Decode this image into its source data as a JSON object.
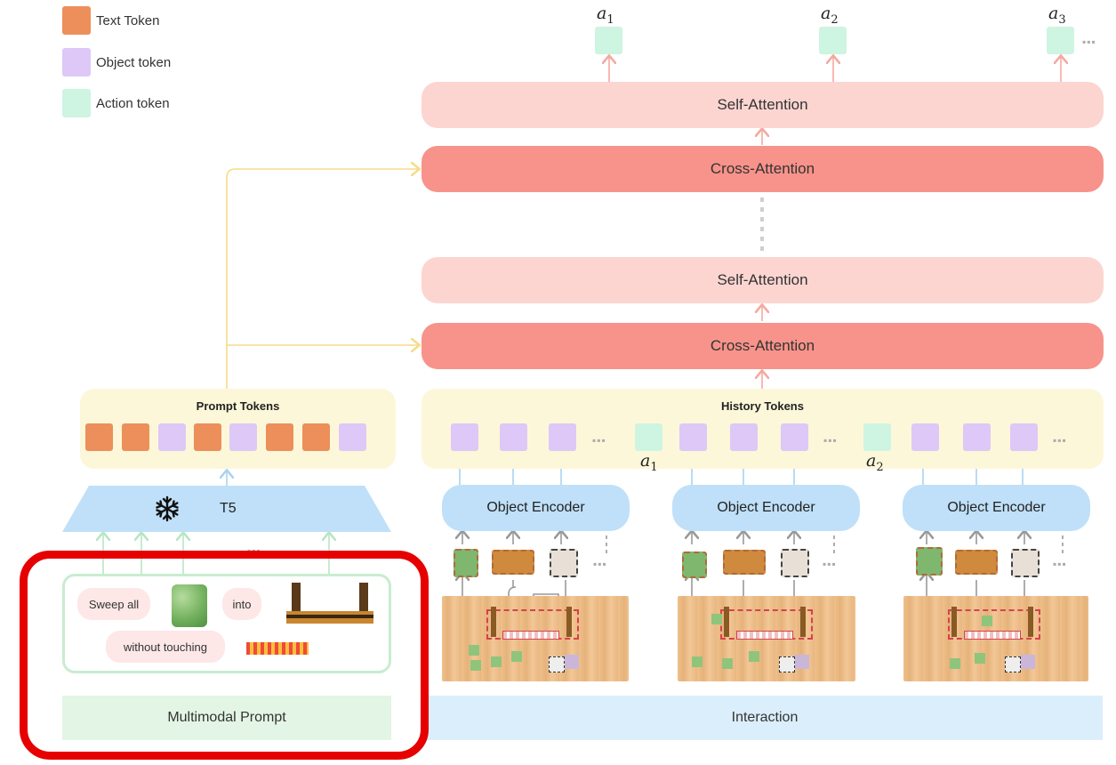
{
  "legend": [
    {
      "label": "Text Token",
      "color": "#ec8f5b"
    },
    {
      "label": "Object token",
      "color": "#ddc8f7"
    },
    {
      "label": "Action token",
      "color": "#cdf5e2"
    }
  ],
  "outputs": {
    "a1": "a",
    "a1_sub": "1",
    "a2": "a",
    "a2_sub": "2",
    "a3": "a",
    "a3_sub": "3"
  },
  "decoder": {
    "self_attention": "Self-Attention",
    "cross_attention": "Cross-Attention"
  },
  "prompt_tokens": {
    "title": "Prompt Tokens"
  },
  "history_tokens": {
    "title": "History Tokens",
    "a1": "a",
    "a1_sub": "1",
    "a2": "a",
    "a2_sub": "2"
  },
  "t5": {
    "label": "T5",
    "icon": "snowflake-icon"
  },
  "object_encoder": {
    "label": "Object Encoder"
  },
  "multimodal_prompt": {
    "words": [
      "Sweep all",
      "into",
      "without touching"
    ],
    "caption": "Multimodal Prompt"
  },
  "interaction": {
    "caption": "Interaction"
  },
  "colors": {
    "highlight": "#e60000",
    "arrow_yellow": "#f6dc8a",
    "arrow_pink": "#f5a8a0",
    "arrow_blue": "#a9d3f2",
    "arrow_green": "#b7e6c3"
  }
}
